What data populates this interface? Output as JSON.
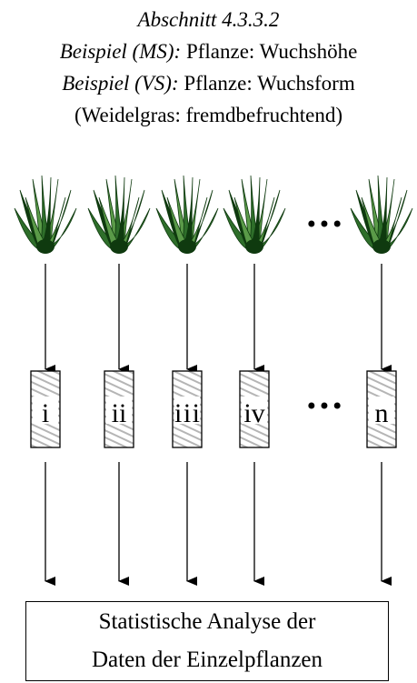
{
  "header": {
    "section": "Abschnitt 4.3.3.2",
    "example_ms_prefix": "Beispiel (MS):",
    "example_ms_text": "Pflanze: Wuchshöhe",
    "example_vs_prefix": "Beispiel (VS):",
    "example_vs_text": "Pflanze: Wuchsform",
    "note": "(Weidelgras:  fremdbefruchtend)"
  },
  "ellipsis": "•••",
  "plants": [
    {
      "label": "i"
    },
    {
      "label": "ii"
    },
    {
      "label": "iii"
    },
    {
      "label": "iv"
    },
    {
      "label": "n"
    }
  ],
  "analysis": {
    "line1": "Statistische Analyse der",
    "line2": "Daten der Einzelpflanzen"
  },
  "colors": {
    "grass_dark": "#0f3a0f",
    "grass_mid": "#2e6e2a",
    "grass_light": "#5a9a48",
    "box_hatch": "#bdbdbd"
  }
}
